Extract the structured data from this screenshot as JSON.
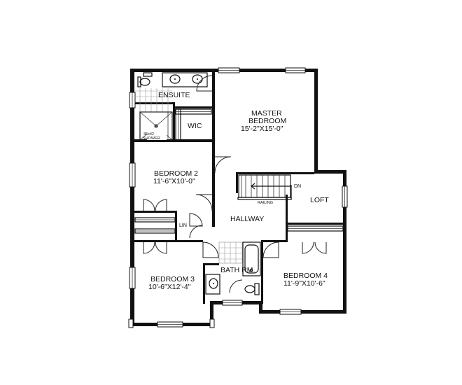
{
  "plan": {
    "rooms": {
      "ensuite": "ENSUITE",
      "wic": "WIC",
      "master_name_1": "MASTER",
      "master_name_2": "BEDROOM",
      "master_dims": "15'-2\"X15'-0\"",
      "bedroom2_name": "BEDROOM 2",
      "bedroom2_dims": "11'-6\"X10'-0\"",
      "loft": "LOFT",
      "hallway": "HALLWAY",
      "lin": "LIN",
      "bath": "BATH RM.",
      "bedroom3_name": "BEDROOM 3",
      "bedroom3_dims": "10'-6\"X12'-4\"",
      "bedroom4_name": "BEDROOM 4",
      "bedroom4_dims": "11'-9\"X10'-6\""
    },
    "notes": {
      "shower_1": "36x42",
      "shower_2": "SHOWER",
      "stair_dn": "DN",
      "railing": "RAILING"
    }
  }
}
